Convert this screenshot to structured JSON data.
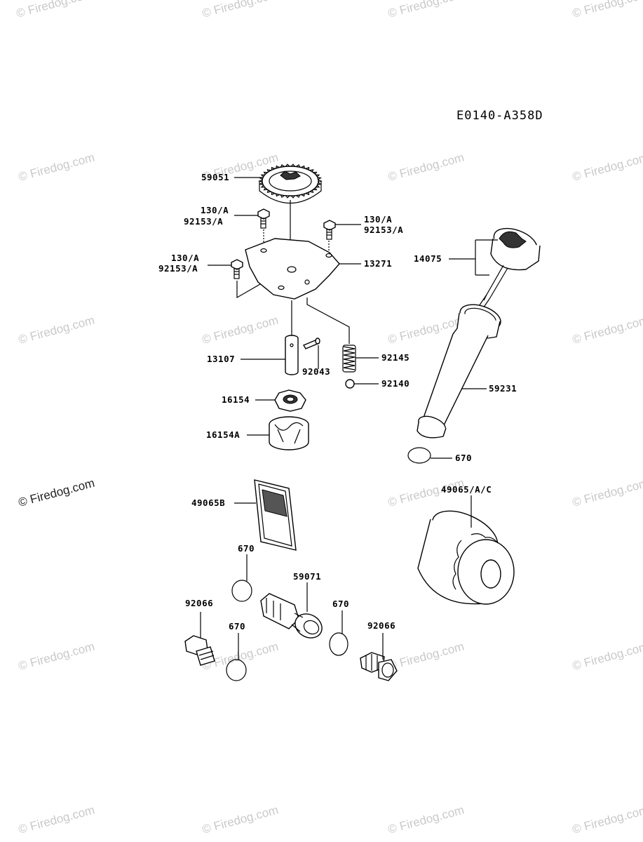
{
  "diagram": {
    "code": "E0140-A358D",
    "watermark": "© Firedog.com",
    "labels": {
      "p59051": "59051",
      "p130a_1": "130/A",
      "p92153a_1": "92153/A",
      "p130a_2": "130/A",
      "p92153a_2": "92153/A",
      "p130a_3": "130/A",
      "p92153a_3": "92153/A",
      "p13271": "13271",
      "p14075": "14075",
      "p13107": "13107",
      "p92043": "92043",
      "p92145": "92145",
      "p92140": "92140",
      "p59231": "59231",
      "p16154": "16154",
      "p16154a": "16154A",
      "p670_1": "670",
      "p49065ac": "49065/A/C",
      "p49065b": "49065B",
      "p670_2": "670",
      "p59071": "59071",
      "p670_3": "670",
      "p92066_1": "92066",
      "p92066_2": "92066",
      "p670_4": "670"
    }
  }
}
